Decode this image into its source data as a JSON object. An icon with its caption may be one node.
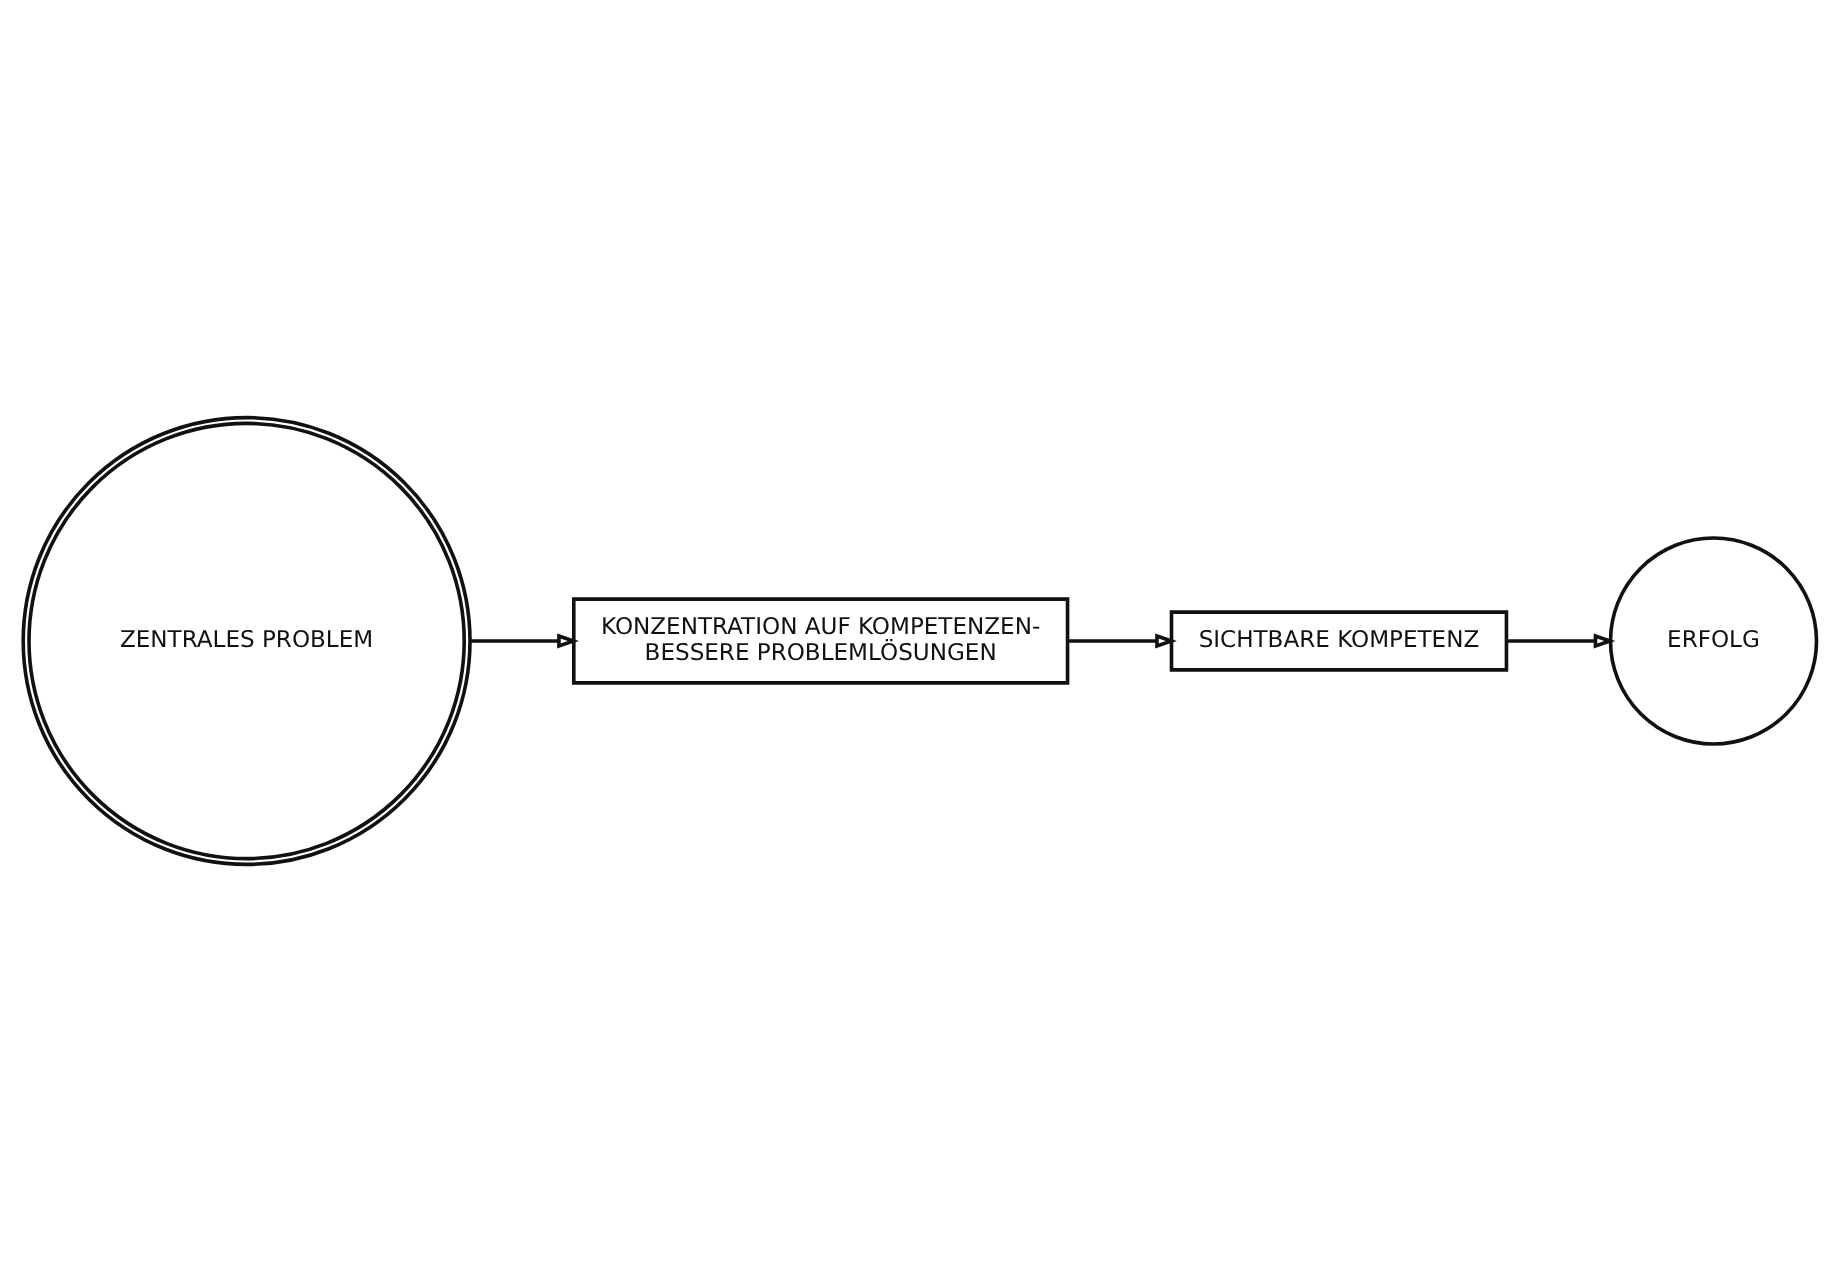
{
  "diagram": {
    "nodes": [
      {
        "text": [
          "ERFOLG"
        ]
      },
      {
        "text": [
          "ZENTRALES PROBLEM"
        ]
      },
      {
        "text": [
          "KONZENTRATION AUF KOMPETENZEN-",
          "BESSERE PROBLEMLÖSUNGEN"
        ]
      },
      {
        "text": [
          "SICHTBARE KOMPETENZ"
        ]
      }
    ],
    "edges": [
      {
        "from": 1,
        "to": 2,
        "arrow": "to"
      },
      {
        "from": 2,
        "to": 3,
        "arrow": "to"
      },
      {
        "from": 3,
        "to": 0,
        "arrow": "to"
      }
    ]
  }
}
